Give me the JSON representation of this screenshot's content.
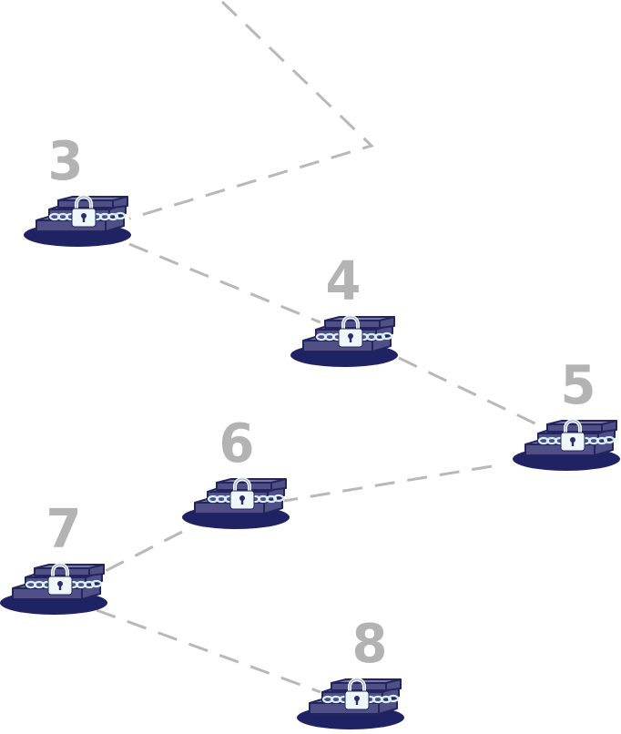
{
  "map": {
    "background": "#ffffff",
    "path_color": "#b8b8b8",
    "levels": [
      {
        "number": "3",
        "locked": true,
        "icon": "lock-icon"
      },
      {
        "number": "4",
        "locked": true,
        "icon": "lock-icon"
      },
      {
        "number": "5",
        "locked": true,
        "icon": "lock-icon"
      },
      {
        "number": "6",
        "locked": true,
        "icon": "lock-icon"
      },
      {
        "number": "7",
        "locked": true,
        "icon": "lock-icon"
      },
      {
        "number": "8",
        "locked": true,
        "icon": "lock-icon"
      }
    ]
  },
  "colors": {
    "shadow": "#1f2263",
    "stair_top": "#7a7aa8",
    "stair_side": "#505086",
    "stair_outline": "#23255e",
    "chain": "#d9eef7",
    "lock_body": "#eef8fb",
    "lock_keyhole": "#2a2d66",
    "number": "#b3b3b3"
  }
}
